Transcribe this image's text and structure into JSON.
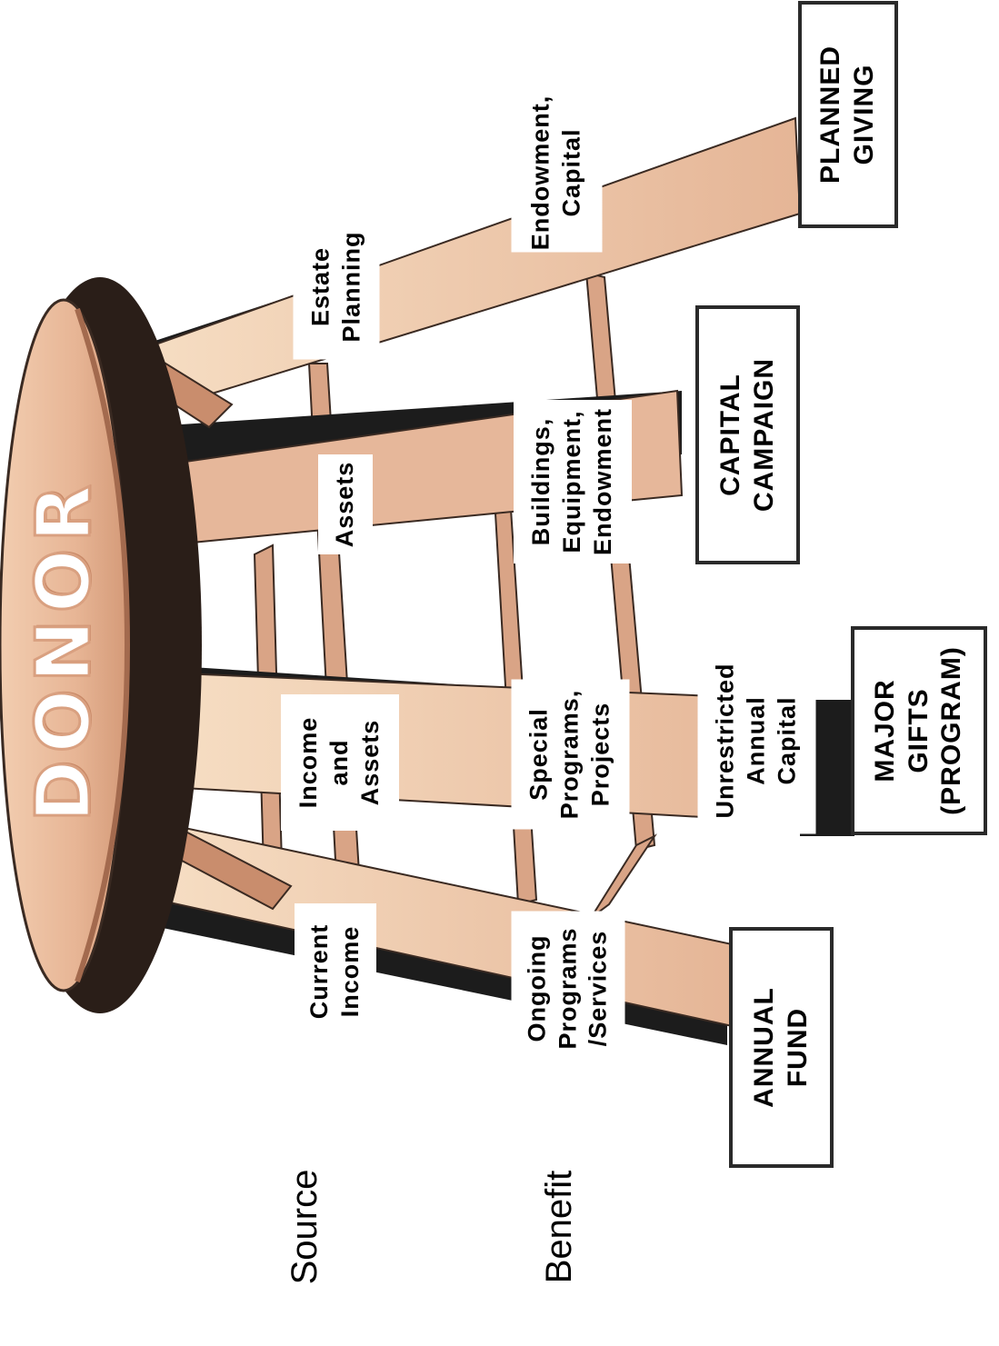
{
  "seat": {
    "title": "DONOR"
  },
  "axes": {
    "source": "Source",
    "benefit": "Benefit"
  },
  "sources": {
    "current_income": "Current\nIncome",
    "income_and_assets": "Income\nand\nAssets",
    "assets": "Assets",
    "estate_planning": "Estate\nPlanning"
  },
  "benefits": {
    "ongoing": "Ongoing\nPrograms\n/Services",
    "special": "Special\nPrograms,\nProjects",
    "buildings": "Buildings,\nEquipment,\nEndowment",
    "endowment_capital": "Endowment,\nCapital",
    "unrestricted": "Unrestricted\nAnnual\nCapital"
  },
  "programs": {
    "annual_fund": "ANNUAL\nFUND",
    "major_gifts": "MAJOR\nGIFTS\n(PROGRAM)",
    "capital_campaign": "CAPITAL\nCAMPAIGN",
    "planned_giving": "PLANNED\nGIVING"
  },
  "colors": {
    "seat": "#e8b999",
    "leg_light": "#f6dbc0",
    "leg_mid": "#e9bfa2",
    "shadow": "#1c1c1c",
    "rung": "#d9a486"
  }
}
